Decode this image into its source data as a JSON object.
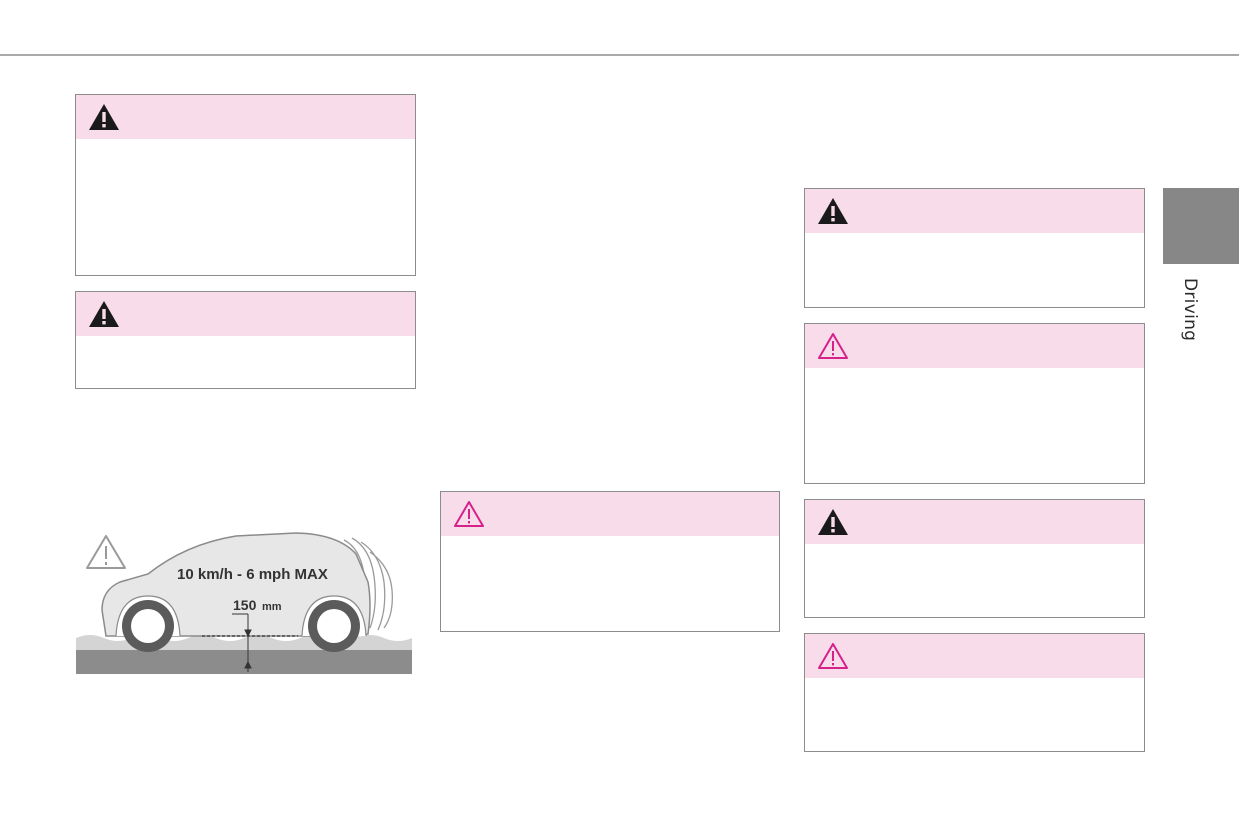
{
  "section": {
    "tab_label": "Driving"
  },
  "illustration": {
    "speed_text": "10 km/h - 6 mph MAX",
    "depth_value": "150",
    "depth_unit": "mm"
  },
  "warning_boxes": [
    {
      "id": "box-1",
      "icon": "warning-filled-icon"
    },
    {
      "id": "box-2",
      "icon": "warning-filled-icon"
    },
    {
      "id": "box-3",
      "icon": "caution-outline-icon"
    },
    {
      "id": "box-4",
      "icon": "warning-filled-icon"
    },
    {
      "id": "box-5",
      "icon": "caution-outline-icon"
    },
    {
      "id": "box-6",
      "icon": "warning-filled-icon"
    },
    {
      "id": "box-7",
      "icon": "caution-outline-icon"
    }
  ],
  "colors": {
    "header_pink": "#f9dcea",
    "caution_magenta": "#d6218a",
    "warning_black": "#1a1a1a",
    "tab_grey": "#878787"
  }
}
